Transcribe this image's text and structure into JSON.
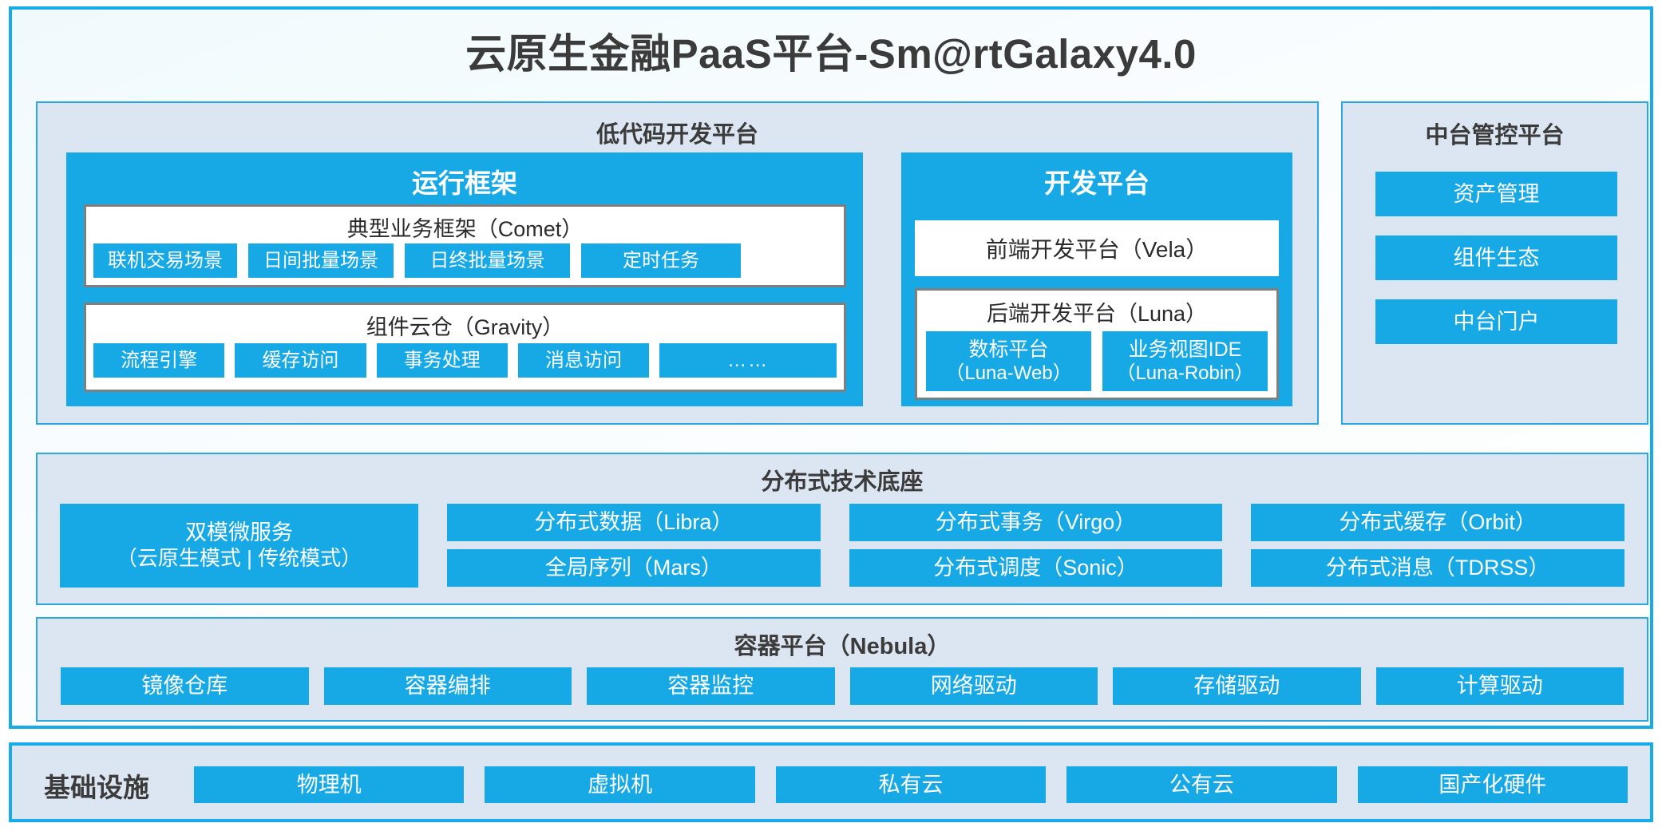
{
  "title": "云原生金融PaaS平台-Sm@rtGalaxy4.0",
  "colors": {
    "accent_blue": "#17a9e6",
    "border_blue": "#17ace8",
    "section_bg": "#dce6f2",
    "panel_border_grey": "#7f7f7f",
    "text_dark": "#3b3b3b"
  },
  "lowcode": {
    "title": "低代码开发平台",
    "runtime": {
      "title": "运行框架",
      "comet": {
        "title": "典型业务框架（Comet）",
        "items": [
          "联机交易场景",
          "日间批量场景",
          "日终批量场景",
          "定时任务"
        ]
      },
      "gravity": {
        "title": "组件云仓（Gravity）",
        "items": [
          "流程引擎",
          "缓存访问",
          "事务处理",
          "消息访问",
          "……"
        ]
      }
    },
    "devplatform": {
      "title": "开发平台",
      "frontend": "前端开发平台（Vela）",
      "backend": {
        "title": "后端开发平台（Luna）",
        "items": [
          {
            "line1": "数标平台",
            "line2": "（Luna-Web）"
          },
          {
            "line1": "业务视图IDE",
            "line2": "（Luna-Robin）"
          }
        ]
      }
    }
  },
  "midplatform": {
    "title": "中台管控平台",
    "items": [
      "资产管理",
      "组件生态",
      "中台门户"
    ]
  },
  "techbase": {
    "title": "分布式技术底座",
    "microservice": {
      "line1": "双模微服务",
      "line2": "（云原生模式 | 传统模式）"
    },
    "columns": [
      [
        "分布式数据（Libra）",
        "全局序列（Mars）"
      ],
      [
        "分布式事务（Virgo）",
        "分布式调度（Sonic）"
      ],
      [
        "分布式缓存（Orbit）",
        "分布式消息（TDRSS）"
      ]
    ]
  },
  "container": {
    "title": "容器平台（Nebula）",
    "items": [
      "镜像仓库",
      "容器编排",
      "容器监控",
      "网络驱动",
      "存储驱动",
      "计算驱动"
    ]
  },
  "infrastructure": {
    "label": "基础设施",
    "items": [
      "物理机",
      "虚拟机",
      "私有云",
      "公有云",
      "国产化硬件"
    ]
  }
}
